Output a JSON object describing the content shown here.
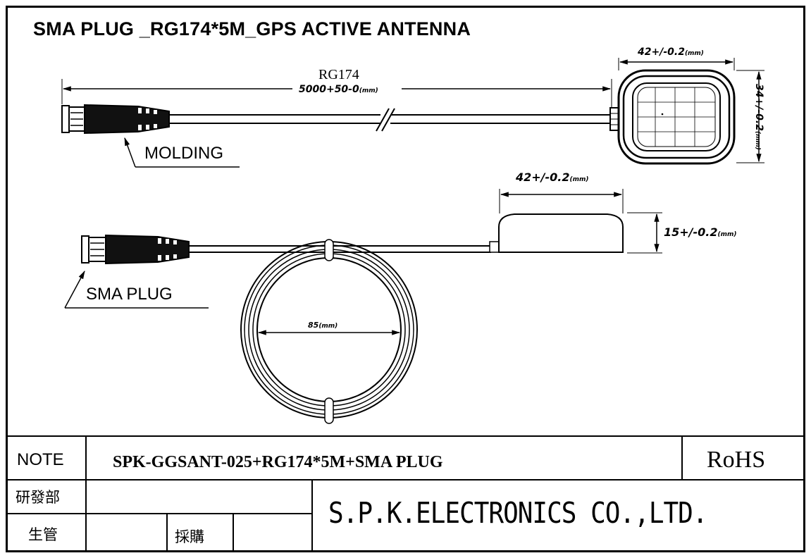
{
  "title": "SMA PLUG _RG174*5M_GPS ACTIVE ANTENNA",
  "top_view": {
    "cable_type": "RG174",
    "cable_length": "5000+50-0",
    "cable_length_unit": "(mm)",
    "width": "42+/-0.2",
    "width_unit": "(mm)",
    "height": "34+/-0.2",
    "height_unit": "(mm)",
    "connector_label": "MOLDING"
  },
  "side_view": {
    "width": "42+/-0.2",
    "width_unit": "(mm)",
    "thickness": "15+/-0.2",
    "thickness_unit": "(mm)",
    "coil_diameter": "85",
    "coil_diameter_unit": "(mm)",
    "connector_label": "SMA PLUG"
  },
  "title_block": {
    "note_label": "NOTE",
    "part_number": "SPK-GGSANT-025+RG174*5M+SMA PLUG",
    "compliance": "RoHS",
    "rd_dept": "研發部",
    "production": "生管",
    "purchasing": "採購",
    "company": "S.P.K.ELECTRONICS CO.,LTD."
  }
}
